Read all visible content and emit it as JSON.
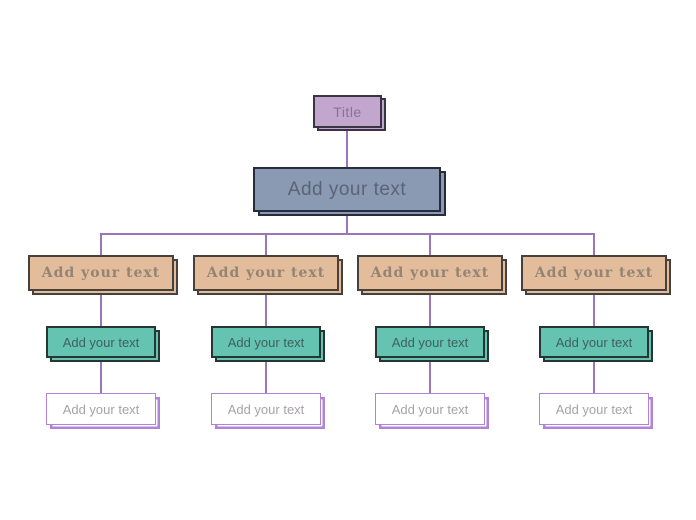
{
  "diagram": {
    "type": "org-chart",
    "background": "#ffffff",
    "connector_color": "#9a76b8",
    "title_node": {
      "label": "Title",
      "fill": "#c3a6ce",
      "border": "#3a3344",
      "text_color": "#867295"
    },
    "root_node": {
      "label": "Add your text",
      "fill": "#8b9ab3",
      "border": "#262c3b",
      "text_color": "#5b6476"
    },
    "level_styles": {
      "level1": {
        "fill": "#e2bc9b",
        "border": "#46413c",
        "text_color": "#948476"
      },
      "level2": {
        "fill": "#65c3b1",
        "border": "#253633",
        "text_color": "#41605f"
      },
      "level3": {
        "fill": "#ffffff",
        "border": "#b183d6",
        "text_color": "#a7a2a7"
      }
    },
    "branches": [
      {
        "level1": {
          "label": "Add your text"
        },
        "level2": {
          "label": "Add your text"
        },
        "level3": {
          "label": "Add your text"
        }
      },
      {
        "level1": {
          "label": "Add your text"
        },
        "level2": {
          "label": "Add your text"
        },
        "level3": {
          "label": "Add your text"
        }
      },
      {
        "level1": {
          "label": "Add your text"
        },
        "level2": {
          "label": "Add your text"
        },
        "level3": {
          "label": "Add your text"
        }
      },
      {
        "level1": {
          "label": "Add your text"
        },
        "level2": {
          "label": "Add your text"
        },
        "level3": {
          "label": "Add your text"
        }
      }
    ]
  }
}
